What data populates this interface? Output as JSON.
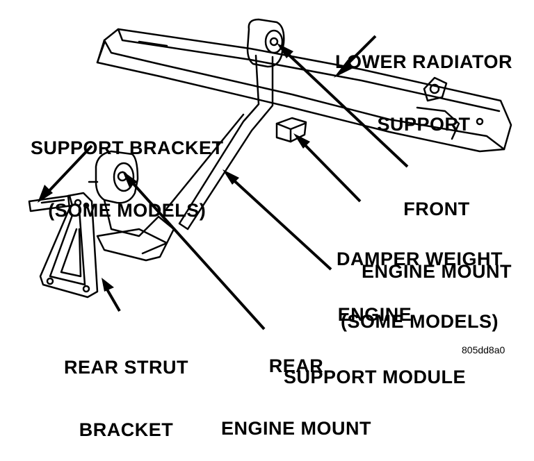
{
  "labels": {
    "lower_radiator_support": [
      "LOWER RADIATOR",
      "SUPPORT"
    ],
    "support_bracket": [
      "SUPPORT BRACKET",
      "(SOME MODELS)"
    ],
    "front_engine_mount": [
      "FRONT",
      "ENGINE MOUNT"
    ],
    "damper_weight": [
      "DAMPER WEIGHT",
      "(SOME MODELS)"
    ],
    "engine_support_module": [
      "ENGINE",
      "SUPPORT MODULE"
    ],
    "rear_strut_bracket": [
      "REAR STRUT",
      "BRACKET"
    ],
    "rear_engine_mount": [
      "REAR",
      "ENGINE MOUNT"
    ]
  },
  "figure_code": "805dd8a0"
}
